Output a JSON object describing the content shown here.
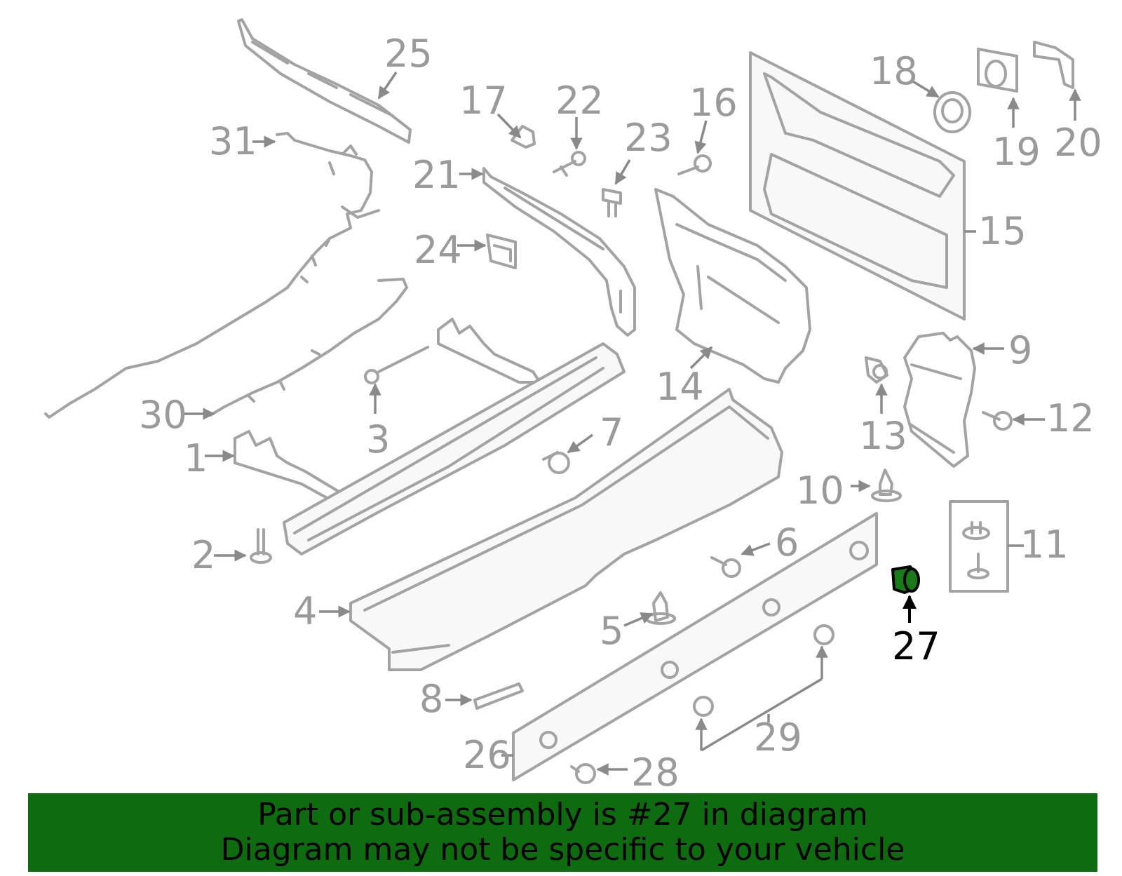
{
  "diagram": {
    "labels": [
      "1",
      "2",
      "3",
      "4",
      "5",
      "6",
      "7",
      "8",
      "9",
      "10",
      "11",
      "12",
      "13",
      "14",
      "15",
      "16",
      "17",
      "18",
      "19",
      "20",
      "21",
      "22",
      "23",
      "24",
      "25",
      "26",
      "27",
      "28",
      "29",
      "30",
      "31"
    ],
    "highlighted_label": "27",
    "highlight_color": "#1a7a1a"
  },
  "banner": {
    "line1": "Part or sub-assembly is #27 in diagram",
    "line2": "Diagram may not be specific to your vehicle",
    "background_color": "#0f6b0f"
  }
}
